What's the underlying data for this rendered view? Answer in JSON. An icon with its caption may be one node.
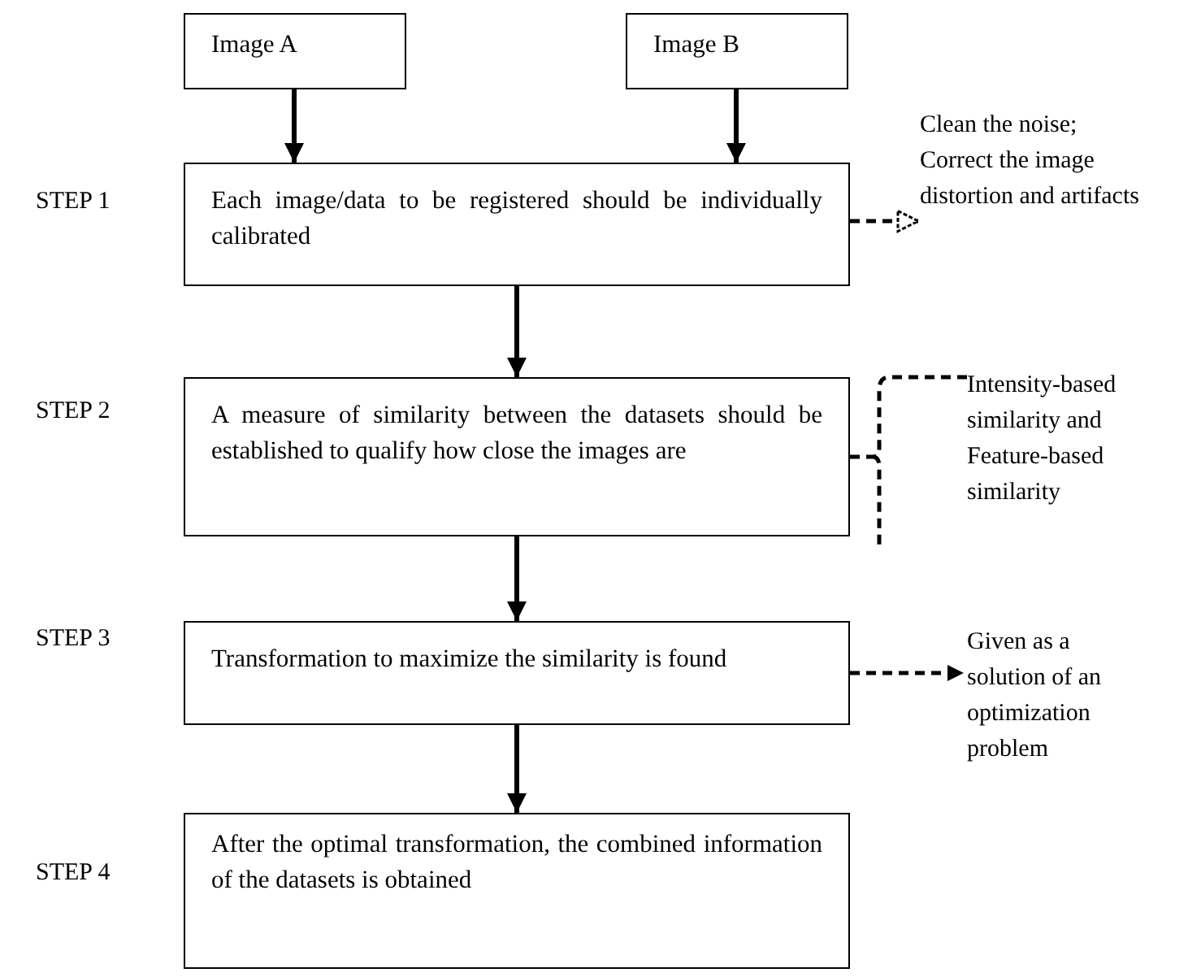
{
  "diagram": {
    "nodes": [
      {
        "text": [
          "Image A"
        ]
      },
      {
        "text": [
          "Image B"
        ]
      },
      {
        "text": [
          "Each image/data to be registered should be individually calibrated"
        ],
        "beside": [
          "STEP 1"
        ]
      },
      {
        "text": [
          "A measure of similarity between the datasets should be established to qualify how close the images are"
        ],
        "beside": [
          "STEP 2"
        ]
      },
      {
        "text": [
          "Transformation to maximize the similarity is found"
        ],
        "beside": [
          "STEP 3"
        ]
      },
      {
        "text": [
          "After the optimal transformation, the combined information of the datasets is obtained"
        ],
        "beside": [
          "STEP 4"
        ]
      },
      {
        "text": [
          "Clean the noise; Correct the image distortion and artifacts"
        ]
      },
      {
        "text": [
          "Intensity-based similarity and Feature-based similarity"
        ]
      },
      {
        "text": [
          "Given as a solution of an optimization problem"
        ]
      }
    ],
    "edges": [
      {
        "from": 0,
        "to": 2,
        "arrow": "to"
      },
      {
        "from": 1,
        "to": 2,
        "arrow": "to"
      },
      {
        "from": 2,
        "to": 3,
        "arrow": "to"
      },
      {
        "from": 3,
        "to": 4,
        "arrow": "to"
      },
      {
        "from": 4,
        "to": 5,
        "arrow": "to"
      },
      {
        "from": 2,
        "to": 6,
        "arrow": "to",
        "style": "dashed"
      },
      {
        "from": 3,
        "to": 7,
        "arrow": "none",
        "style": "dashed"
      },
      {
        "from": 4,
        "to": 8,
        "arrow": "to",
        "style": "dashed"
      }
    ]
  }
}
